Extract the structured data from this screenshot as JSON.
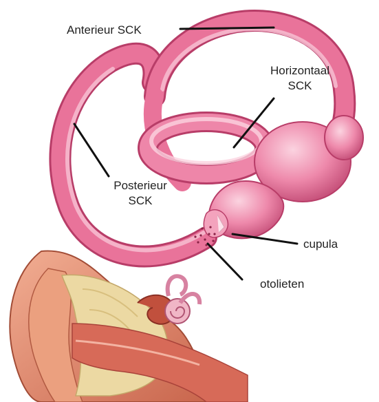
{
  "labels": {
    "anterieur": "Anterieur SCK",
    "horizontaal_line1": "Horizontaal",
    "horizontaal_line2": "SCK",
    "posterieur_line1": "Posterieur",
    "posterieur_line2": "SCK",
    "cupula": "cupula",
    "otolieten": "otolieten"
  },
  "colors": {
    "canal": "#e9739a",
    "canal_dark": "#b83d68",
    "canal_light": "#f8c3d4",
    "vestibule": "#ef8fb0",
    "ear_skin": "#e58f74",
    "bone": "#ecd9a3",
    "leader_line": "#111111"
  }
}
